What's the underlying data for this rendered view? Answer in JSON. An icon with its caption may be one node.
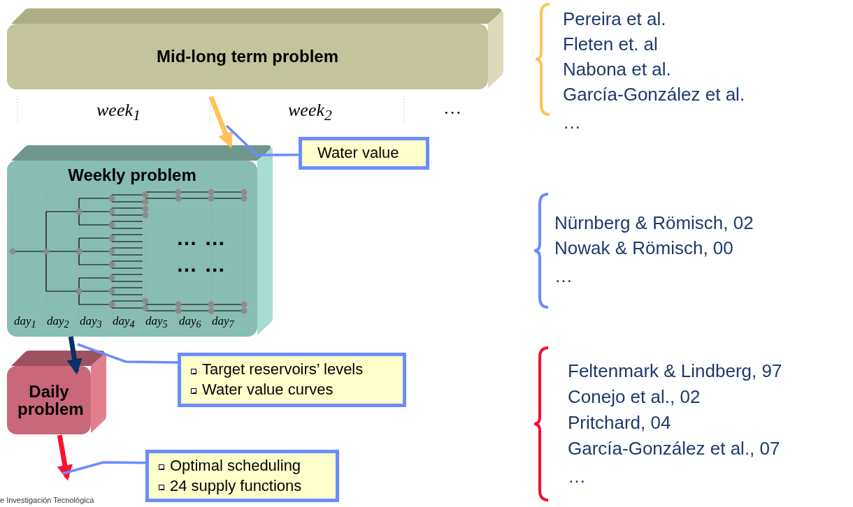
{
  "diagram": {
    "nodes": [
      {
        "text": [
          "Mid-long term problem"
        ]
      },
      {
        "text": [
          "Weekly problem"
        ]
      },
      {
        "text": [
          "Daily problem"
        ]
      },
      {
        "text": [
          "Water value"
        ]
      },
      {
        "text": [
          "Target reservoirs’ levels",
          "Water value curves"
        ]
      },
      {
        "text": [
          "Optimal scheduling",
          "24 supply functions"
        ]
      }
    ],
    "edges": [
      {
        "from": 0,
        "to": 1,
        "arrow": "to",
        "style": "thick",
        "color": "#ffc35a"
      },
      {
        "from": 1,
        "to": 2,
        "arrow": "to",
        "style": "thick",
        "color": "#0c2f66"
      },
      {
        "from": 2,
        "to": null,
        "arrow": "to",
        "style": "thick",
        "color": "#ff1030"
      },
      {
        "from": 3,
        "to": 0,
        "arrow": "none"
      },
      {
        "from": 4,
        "to": 2,
        "arrow": "none"
      },
      {
        "from": 5,
        "to": null,
        "arrow": "none"
      }
    ],
    "labels": [
      "Pereira et al.",
      "Fleten et. al",
      "Nabona et al.",
      "García-González et al.",
      "…",
      "week$_{1}$",
      "week$_{2}$",
      "…",
      "… …",
      "… …",
      "day$_{1}$",
      "day$_{2}$",
      "day$_{3}$",
      "day$_{4}$",
      "day$_{5}$",
      "day$_{6}$",
      "day$_{7}$",
      "Nürnberg & Römisch, 02",
      "Nowak & Römisch, 00",
      "…",
      "Feltenmark & Lindberg, 97",
      "Conejo et al., 02",
      "Pritchard, 04",
      "García-González et al., 07",
      "…",
      "e Investigación Tecnológica"
    ]
  }
}
